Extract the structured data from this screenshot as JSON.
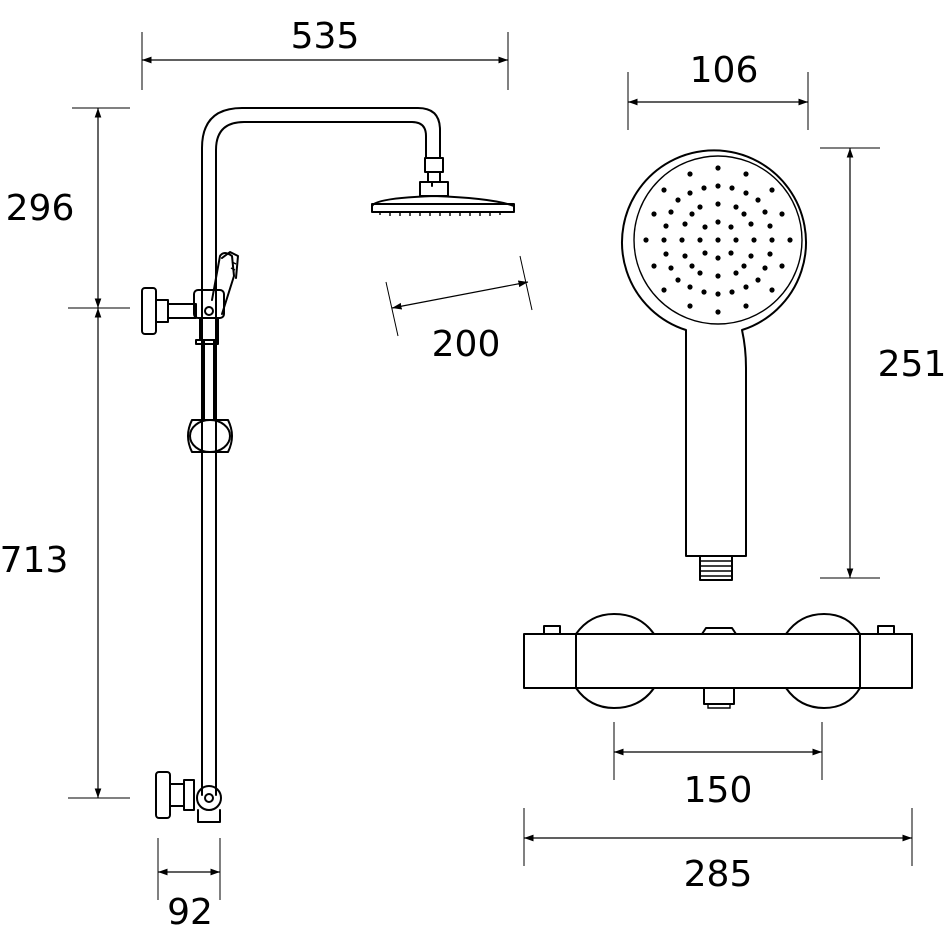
{
  "dimensions": {
    "riser_width": "535",
    "head_height": "296",
    "riser_height": "713",
    "bracket_depth": "92",
    "head_diameter": "200",
    "handset_width": "106",
    "handset_length": "251",
    "valve_centres": "150",
    "valve_length": "285"
  }
}
